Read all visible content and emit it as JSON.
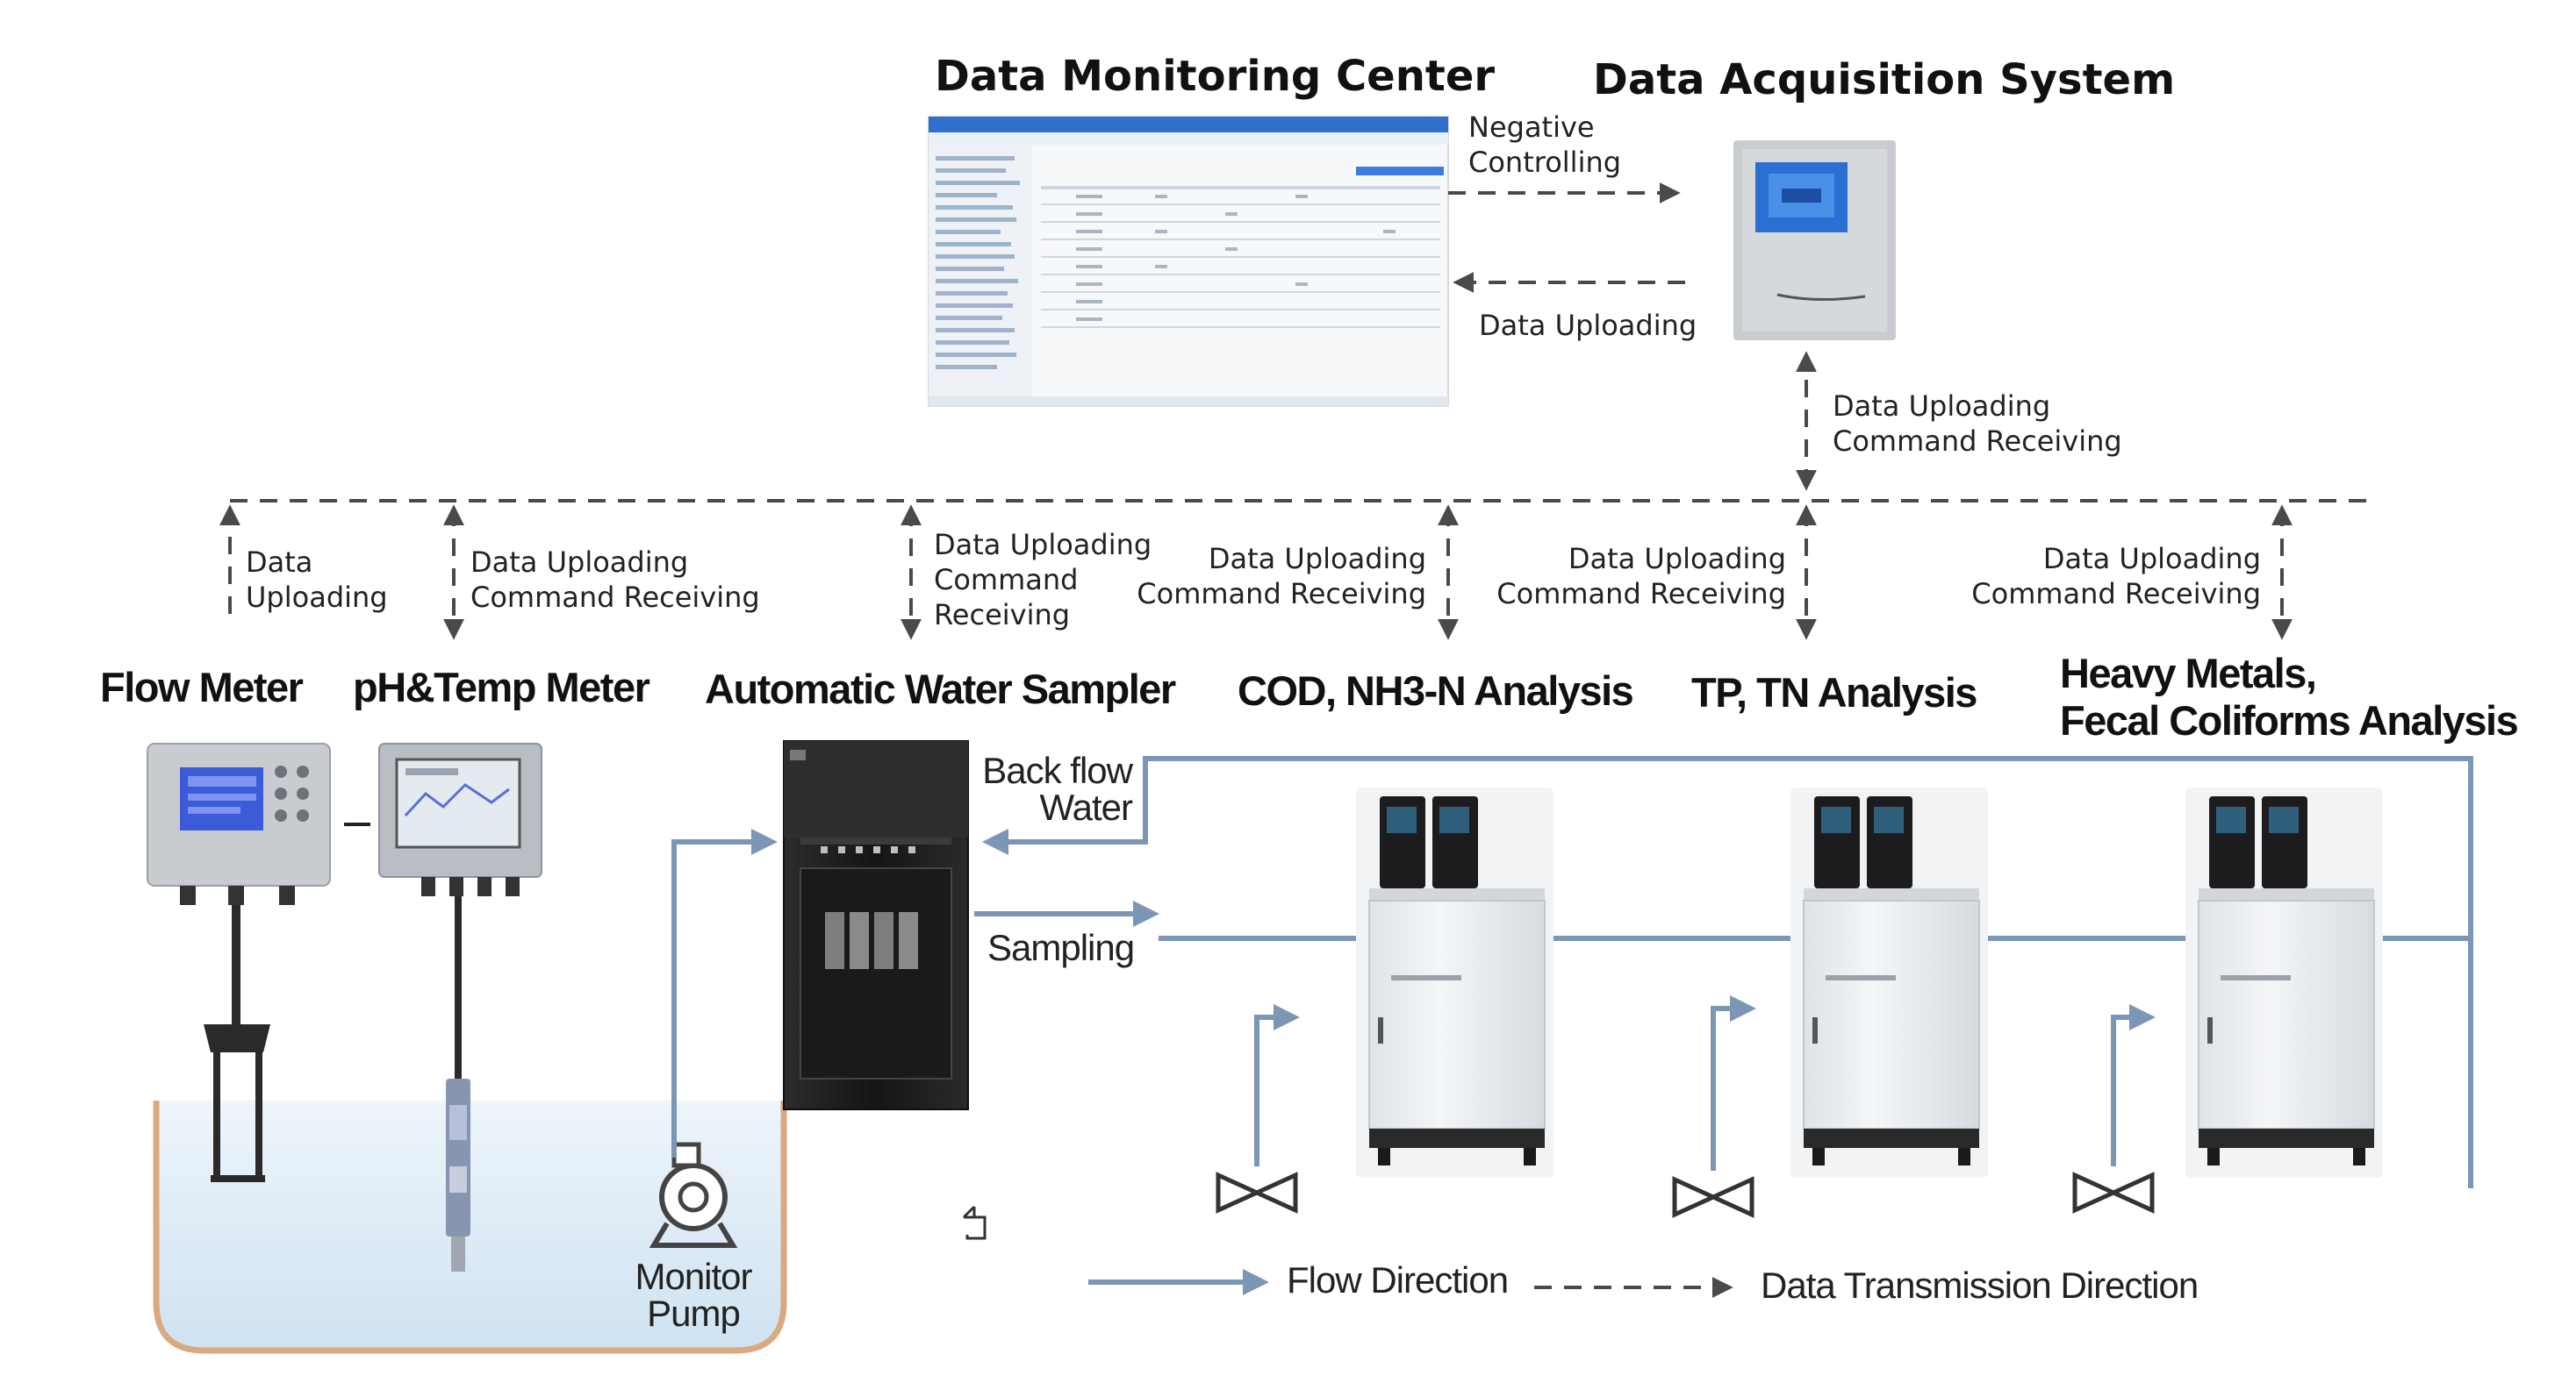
{
  "titles": {
    "monitoring_center": "Data Monitoring Center",
    "acquisition_system": "Data Acquisition System"
  },
  "center_links": {
    "negative_line1": "Negative",
    "negative_line2": "Controlling",
    "uploading": "Data Uploading"
  },
  "das_link": {
    "line1": "Data Uploading",
    "line2": "Command Receiving"
  },
  "drop_labels": {
    "flow_meter": [
      "Data",
      "Uploading"
    ],
    "ph_meter": [
      "Data Uploading",
      "Command Receiving"
    ],
    "sampler": [
      "Data Uploading",
      "Command",
      "Receiving"
    ],
    "cod": [
      "Data Uploading",
      "Command Receiving"
    ],
    "tp": [
      "Data Uploading",
      "Command Receiving"
    ],
    "heavy": [
      "Data Uploading",
      "Command Receiving"
    ]
  },
  "devices": {
    "flow_meter": "Flow Meter",
    "ph_meter": "pH&Temp Meter",
    "sampler": "Automatic Water Sampler",
    "cod": "COD, NH3-N Analysis",
    "tp": "TP, TN Analysis",
    "heavy_line1": "Heavy Metals,",
    "heavy_line2": "Fecal Coliforms Analysis"
  },
  "flow_labels": {
    "backflow_line1": "Back flow",
    "backflow_line2": "Water",
    "sampling": "Sampling",
    "pump_line1": "Monitor",
    "pump_line2": "Pump"
  },
  "legend": {
    "flow": "Flow Direction",
    "data": "Data Transmission Direction"
  },
  "colors": {
    "pipe": "#7c96b6",
    "dashed_line": "#4a4a4a",
    "tank_water": "#dbe9f4",
    "tank_rim": "#d9a982",
    "display_blue": "#3b5bd8",
    "cabinet_dark": "#1c1c1e",
    "cabinet_white": "#eceff2"
  }
}
